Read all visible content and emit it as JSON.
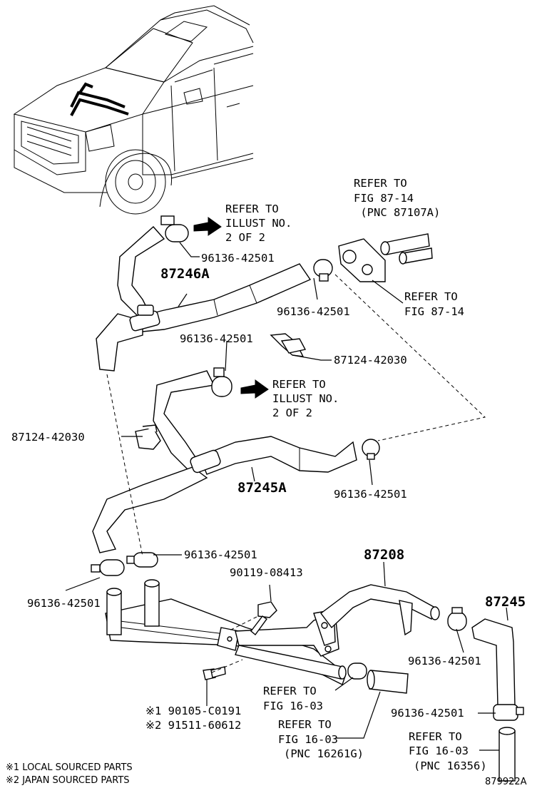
{
  "labels": {
    "refer_top_right": [
      "REFER TO",
      "FIG 87-14",
      " (PNC 87107A)"
    ],
    "refer_illust_1": [
      "REFER TO",
      "ILLUST NO.",
      "2 OF 2"
    ],
    "clamp_a": "96136-42501",
    "hose_87246A": "87246A",
    "clamp_b": "96136-42501",
    "refer_fig_87_14": [
      "REFER TO",
      "FIG 87-14"
    ],
    "clamp_c": "96136-42501",
    "clip_87124_right": "87124-42030",
    "refer_illust_2": [
      "REFER TO",
      "ILLUST NO.",
      "2 OF 2"
    ],
    "clip_87124_left": "87124-42030",
    "hose_87245A": "87245A",
    "clamp_d": "96136-42501",
    "clamp_e": "96136-42501",
    "hose_87208": "87208",
    "bolt_90119": "90119-08413",
    "clamp_f": "96136-42501",
    "hose_87245": "87245",
    "clamp_g": "96136-42501",
    "refer_fig_16_03_a": [
      "REFER TO",
      "FIG 16-03"
    ],
    "refer_fig_16_03_b": [
      "REFER TO",
      "FIG 16-03",
      "(PNC 16261G)"
    ],
    "clamp_h": "96136-42501",
    "refer_fig_16_03_c": [
      "REFER TO",
      "FIG 16-03",
      "(PNC 16356)"
    ],
    "note_1_part": "※1 90105-C0191",
    "note_2_part": "※2 91511-60612",
    "legend_1": "※1 LOCAL SOURCED PARTS",
    "legend_2": "※2 JAPAN SOURCED PARTS",
    "diagram_id": "879922A"
  }
}
